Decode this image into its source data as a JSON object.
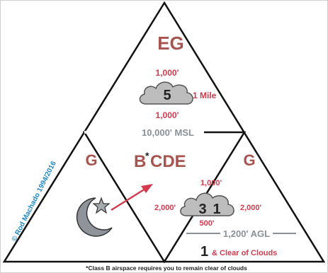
{
  "colors": {
    "background": "#ffffff",
    "frame": "#000000",
    "class_letter": "#a7544f",
    "altitude_red": "#d33a4d",
    "altitude_gray": "#8a9197",
    "cloud_fill": "#bdbdbd",
    "copyright_blue": "#1e88c8"
  },
  "top_section": {
    "class_label": "EG",
    "above": "1,000'",
    "visibility_number": "5",
    "visibility_text": "1 Mile",
    "below": "1,000'"
  },
  "divider_upper": {
    "altitude": "10,000' MSL"
  },
  "left_section": {
    "class_label": "G",
    "night_icon": "moon-star-icon"
  },
  "center_section": {
    "class_label_b": "B",
    "asterisk": "*",
    "class_label_rest": "CDE"
  },
  "right_section": {
    "class_label": "G",
    "above": "1,000'",
    "left_horizontal": "2,000'",
    "right_horizontal": "2,000'",
    "cloud_number_left": "3",
    "cloud_number_right": "1",
    "below": "500'"
  },
  "divider_lower": {
    "altitude": "1,200' AGL"
  },
  "bottom_right": {
    "visibility_number": "1",
    "text": "& Clear of Clouds"
  },
  "copyright": "© Rod Machado 1994/2016",
  "footnote": "*Class B airspace requires you to remain clear of clouds"
}
